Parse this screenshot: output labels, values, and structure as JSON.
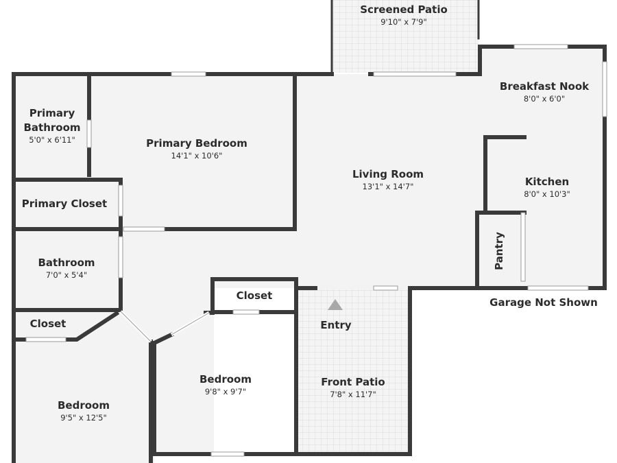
{
  "plan": {
    "rooms": [
      {
        "id": "screened-patio",
        "name": "Screened Patio",
        "dim": "9'10\" x 7'9\""
      },
      {
        "id": "breakfast-nook",
        "name": "Breakfast Nook",
        "dim": "8'0\" x 6'0\""
      },
      {
        "id": "primary-bathroom",
        "name_line1": "Primary",
        "name_line2": "Bathroom",
        "dim": "5'0\" x 6'11\""
      },
      {
        "id": "primary-bedroom",
        "name": "Primary Bedroom",
        "dim": "14'1\" x 10'6\""
      },
      {
        "id": "living-room",
        "name": "Living Room",
        "dim": "13'1\" x 14'7\""
      },
      {
        "id": "kitchen",
        "name": "Kitchen",
        "dim": "8'0\" x 10'3\""
      },
      {
        "id": "primary-closet",
        "name": "Primary Closet"
      },
      {
        "id": "pantry",
        "name": "Pantry"
      },
      {
        "id": "bathroom",
        "name": "Bathroom",
        "dim": "7'0\" x 5'4\""
      },
      {
        "id": "closet-center",
        "name": "Closet"
      },
      {
        "id": "closet-left",
        "name": "Closet"
      },
      {
        "id": "entry",
        "name": "Entry"
      },
      {
        "id": "bedroom-center",
        "name": "Bedroom",
        "dim": "9'8\" x 9'7\""
      },
      {
        "id": "front-patio",
        "name": "Front Patio",
        "dim": "7'8\" x 11'7\""
      },
      {
        "id": "bedroom-left",
        "name": "Bedroom",
        "dim": "9'5\" x 12'5\""
      }
    ],
    "note": "Garage Not Shown",
    "colors": {
      "wall": "#3a3a3a",
      "floor": "#f3f3f3",
      "patio_tile": "#f4f4f4",
      "tile_grid": "#dcdcdc",
      "entry_arrow": "#a8a8a8",
      "text": "#2b2b2b"
    }
  }
}
